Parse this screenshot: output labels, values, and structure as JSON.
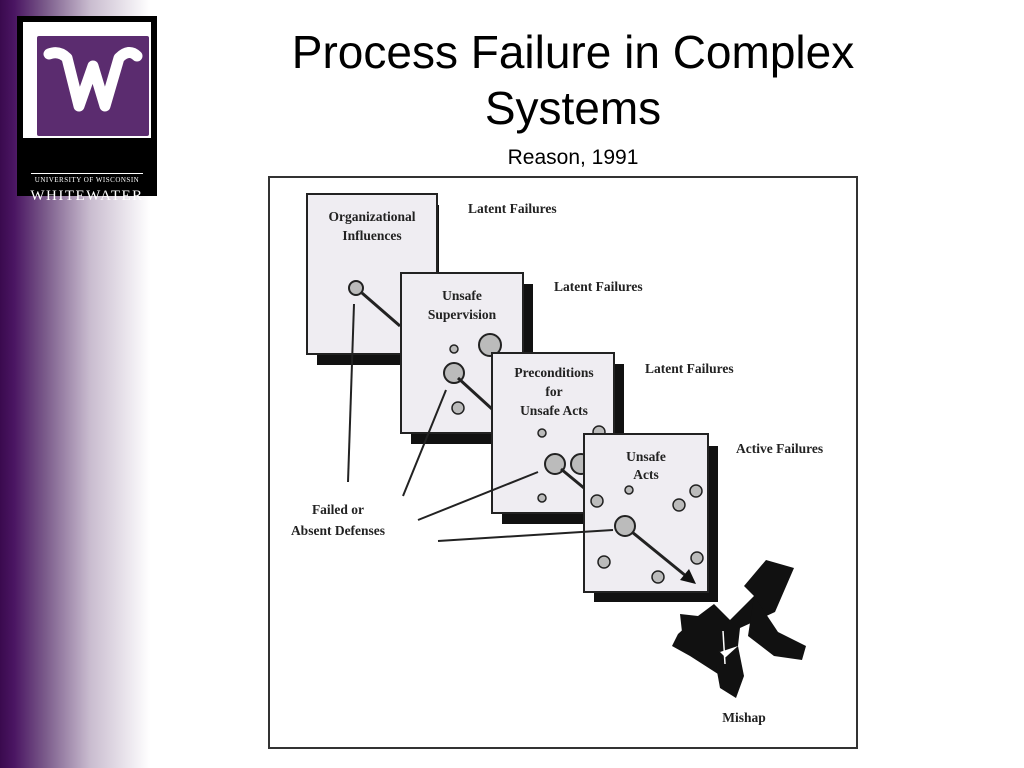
{
  "logo": {
    "line1": "UNIVERSITY OF WISCONSIN",
    "line2": "WHITEWATER",
    "mark": "W"
  },
  "slide": {
    "title_line1": "Process Failure in Complex",
    "title_line2": "Systems",
    "subtitle": "Reason, 1991"
  },
  "diagram": {
    "layers": [
      {
        "lines": [
          "Organizational",
          "Influences"
        ],
        "failure": "Latent Failures"
      },
      {
        "lines": [
          "Unsafe",
          "Supervision"
        ],
        "failure": "Latent Failures"
      },
      {
        "lines": [
          "Preconditions",
          "for",
          "Unsafe Acts"
        ],
        "failure": "Latent Failures"
      },
      {
        "lines": [
          "Unsafe",
          "Acts"
        ],
        "failure": "Active Failures"
      }
    ],
    "defenses_label": [
      "Failed or",
      "Absent Defenses"
    ],
    "mishap_label": "Mishap"
  }
}
